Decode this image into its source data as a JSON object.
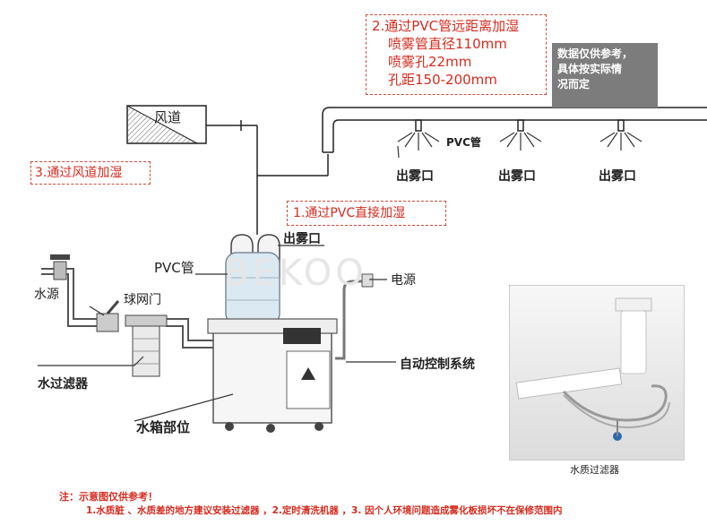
{
  "labels": {
    "pvc_remote_line1": "2.通过PVC管远距离加湿",
    "pvc_remote_line2": "喷雾管直径110mm",
    "pvc_remote_line3": "喷雾孔22mm",
    "pvc_remote_line4": "孔距150-200mm",
    "disclaimer_line1": "数据仅供参考，",
    "disclaimer_line2": "具体按实际情",
    "disclaimer_line3": "况而定",
    "air_duct": "风道",
    "air_duct_humidify": "3.通过风道加湿",
    "pvc_pipe_top": "PVC管",
    "mist_outlet": "出雾口",
    "pvc_direct": "1.通过PVC直接加湿",
    "pvc_pipe": "PVC管",
    "mist_outlet_machine": "出雾口",
    "water_source": "水源",
    "ball_valve": "球网门",
    "power": "电源",
    "auto_control": "自动控制系统",
    "water_filter": "水过滤器",
    "water_tank": "水箱部位",
    "photo_caption": "水质过滤器",
    "watermark": "BEKOO"
  },
  "notes": {
    "line1": "注：示意图仅供参考！",
    "line2": "1.水质脏 、水质差的地方建议安装过滤器 ，2.定时清洗机器 ，3. 因个人环境问题造成雾化板损坏不在保修范围内"
  }
}
